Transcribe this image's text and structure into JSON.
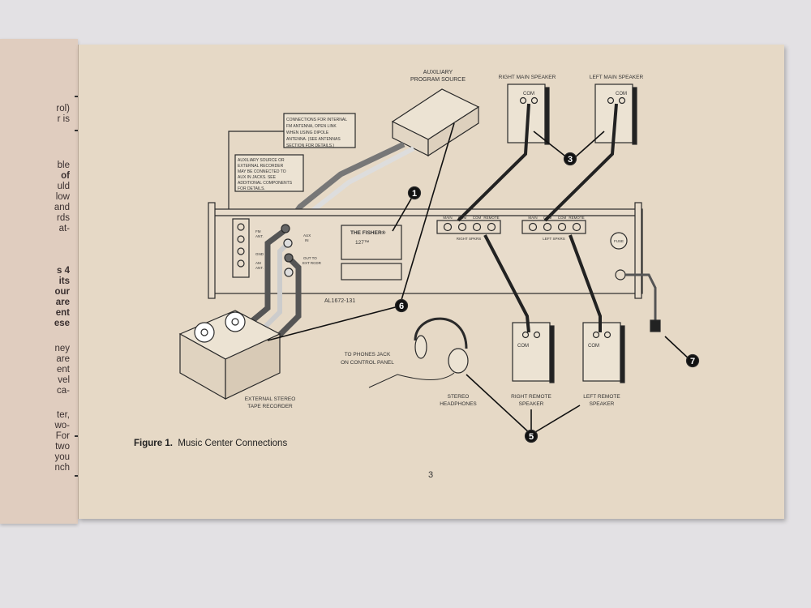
{
  "left_page": {
    "lines": [
      {
        "text": "rol)",
        "bold": false
      },
      {
        "text": "r is",
        "bold": false
      },
      {
        "text": "ble",
        "bold": false
      },
      {
        "text": "of",
        "bold": true
      },
      {
        "text": "uld",
        "bold": false
      },
      {
        "text": "low",
        "bold": false
      },
      {
        "text": "and",
        "bold": false
      },
      {
        "text": "rds",
        "bold": false
      },
      {
        "text": "at-",
        "bold": false
      },
      {
        "text": "s 4",
        "bold": true
      },
      {
        "text": "its",
        "bold": true
      },
      {
        "text": "our",
        "bold": true
      },
      {
        "text": "are",
        "bold": true
      },
      {
        "text": "ent",
        "bold": true
      },
      {
        "text": "ese",
        "bold": true
      },
      {
        "text": "ney",
        "bold": false
      },
      {
        "text": "are",
        "bold": false
      },
      {
        "text": "ent",
        "bold": false
      },
      {
        "text": "vel",
        "bold": false
      },
      {
        "text": "ca-",
        "bold": false
      },
      {
        "text": "ter,",
        "bold": false
      },
      {
        "text": "wo-",
        "bold": false
      },
      {
        "text": "For",
        "bold": false
      },
      {
        "text": "two",
        "bold": false
      },
      {
        "text": "you",
        "bold": false
      },
      {
        "text": "nch",
        "bold": false
      }
    ]
  },
  "diagram": {
    "aux_source": [
      "AUXILIARY",
      "PROGRAM SOURCE"
    ],
    "right_main_speaker": "RIGHT MAIN SPEAKER",
    "left_main_speaker": "LEFT MAIN SPEAKER",
    "com": "COM",
    "note_fm": [
      "CONNECTIONS FOR INTERNAL",
      "FM ANTENNA, OPEN LINK",
      "WHEN USING DIPOLE",
      "ANTENNA. (SEE ANTENNAS",
      "SECTION FOR DETAILS.)"
    ],
    "note_aux": [
      "AUXILIARY SOURCE OR",
      "EXTERNAL RECORDER",
      "MAY BE CONNECTED TO",
      "AUX IN JACKS. SEE",
      "ADDITIONAL COMPONENTS",
      "FOR DETAILS."
    ],
    "fm_ant": [
      "FM",
      "ANT."
    ],
    "gnd_am": [
      "GND",
      "AM",
      "ANT."
    ],
    "aux_in": [
      "AUX",
      "IN"
    ],
    "out_to": [
      "OUT TO",
      "EXT RCDR"
    ],
    "brand": "THE FISHER®",
    "model": "127™",
    "terminal_labels": [
      "MAIN",
      "COM",
      "COM",
      "REMOTE"
    ],
    "right_spkrs": "RIGHT SPKRS",
    "left_spkrs": "LEFT SPKRS",
    "fuse": "FUSE",
    "part_no": "AL1672-131",
    "tape_recorder": [
      "EXTERNAL STEREO",
      "TAPE RECORDER"
    ],
    "phones_jack": [
      "TO PHONES JACK",
      "ON CONTROL PANEL"
    ],
    "headphones": [
      "STEREO",
      "HEADPHONES"
    ],
    "right_remote": [
      "RIGHT REMOTE",
      "SPEAKER"
    ],
    "left_remote": [
      "LEFT REMOTE",
      "SPEAKER"
    ],
    "callouts": [
      "1",
      "3",
      "5",
      "6",
      "7"
    ]
  },
  "caption": {
    "label": "Figure 1.",
    "text": "Music Center Connections"
  },
  "page_number": "3"
}
